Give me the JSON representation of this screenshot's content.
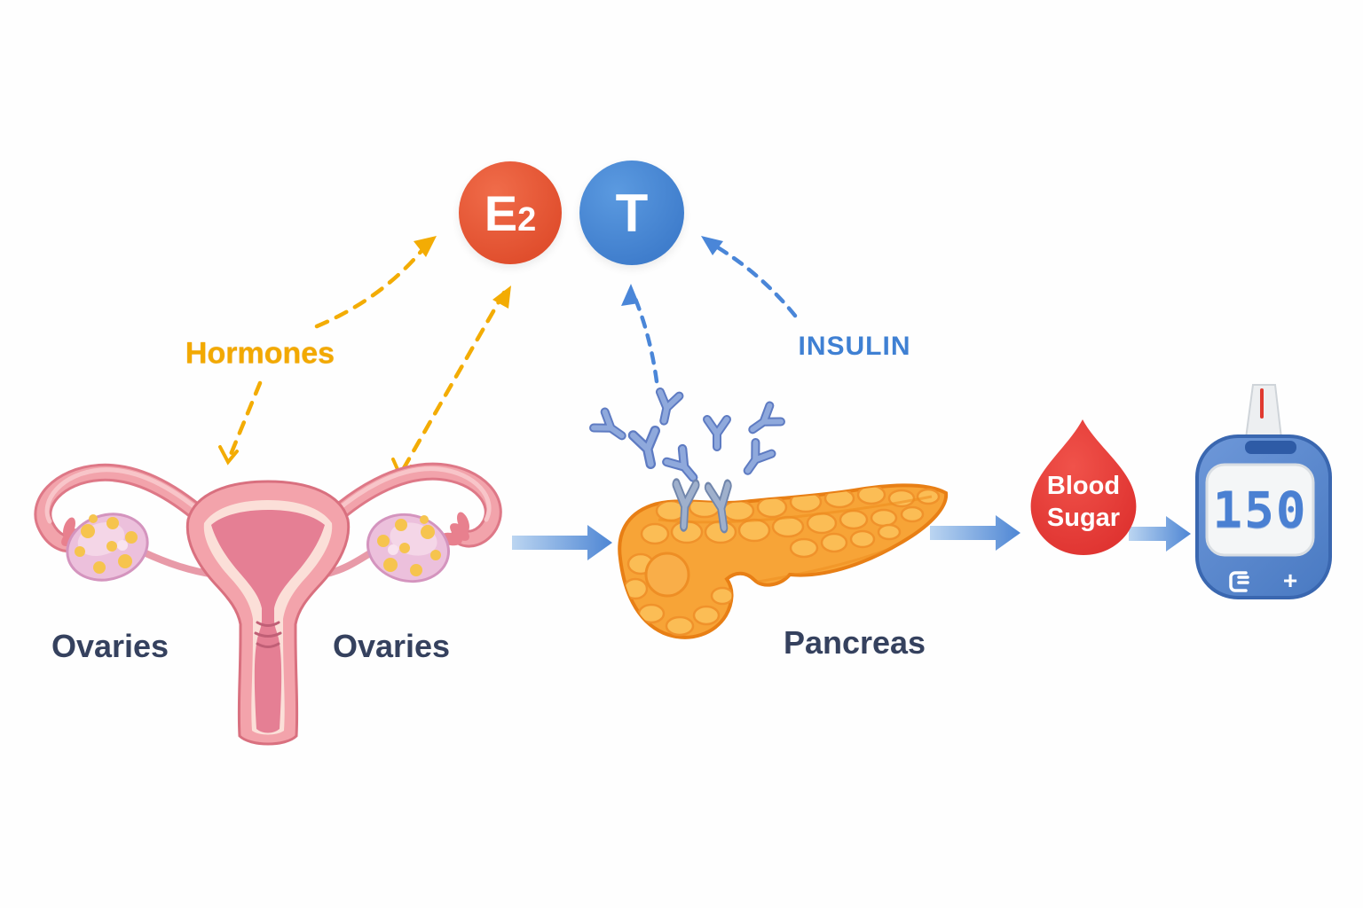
{
  "badges": {
    "e2": {
      "main": "E",
      "sub": "2",
      "color": "#E2502E"
    },
    "t": {
      "main": "T",
      "color": "#4386D6"
    }
  },
  "labels": {
    "hormones": "Hormones",
    "insulin": "INSULIN",
    "ovaries_left": "Ovaries",
    "ovaries_right": "Ovaries",
    "pancreas": "Pancreas"
  },
  "blood_drop": {
    "line1": "Blood",
    "line2": "Sugar",
    "color": "#E53935",
    "text_color": "#FFFFFF"
  },
  "glucose_meter": {
    "reading": "150",
    "plus_button": "+",
    "display_color": "#4A80D2",
    "body_color": "#5585CB",
    "icons": [
      "test-strip",
      "menu-button",
      "plus-button"
    ]
  },
  "arrows": {
    "hormone_dashed_color": "#F3AC04",
    "insulin_dashed_color": "#4A86D8",
    "flow_gradient": [
      "#BBD5F1",
      "#4E86D4"
    ]
  },
  "colors": {
    "organ_labels": "#35415E",
    "pancreas": "#F7A437",
    "uterus": "#F2A3AB",
    "ovary": "#ECC0DC",
    "receptor": "#8FA9DC"
  }
}
